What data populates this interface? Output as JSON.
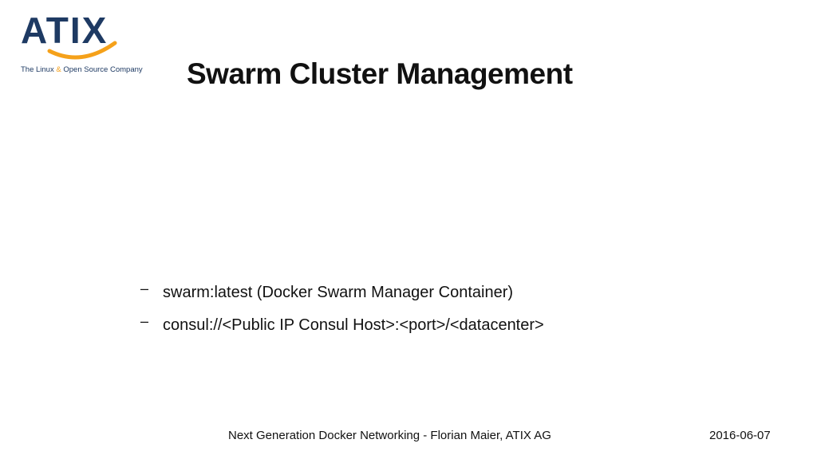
{
  "logo": {
    "wordmark": "ATIX",
    "tagline_prefix": "The Linux ",
    "tagline_amp": "&",
    "tagline_suffix": " Open Source Company",
    "colors": {
      "navy": "#1e3a63",
      "orange": "#f5a11a"
    }
  },
  "slide": {
    "title": "Swarm Cluster Management",
    "bullets": [
      {
        "marker": "–",
        "text": "swarm:latest (Docker Swarm Manager Container)"
      },
      {
        "marker": "–",
        "text": "consul://<Public IP Consul Host>:<port>/<datacenter>"
      }
    ]
  },
  "footer": {
    "center": "Next Generation Docker Networking - Florian Maier, ATIX AG",
    "date": "2016-06-07"
  }
}
